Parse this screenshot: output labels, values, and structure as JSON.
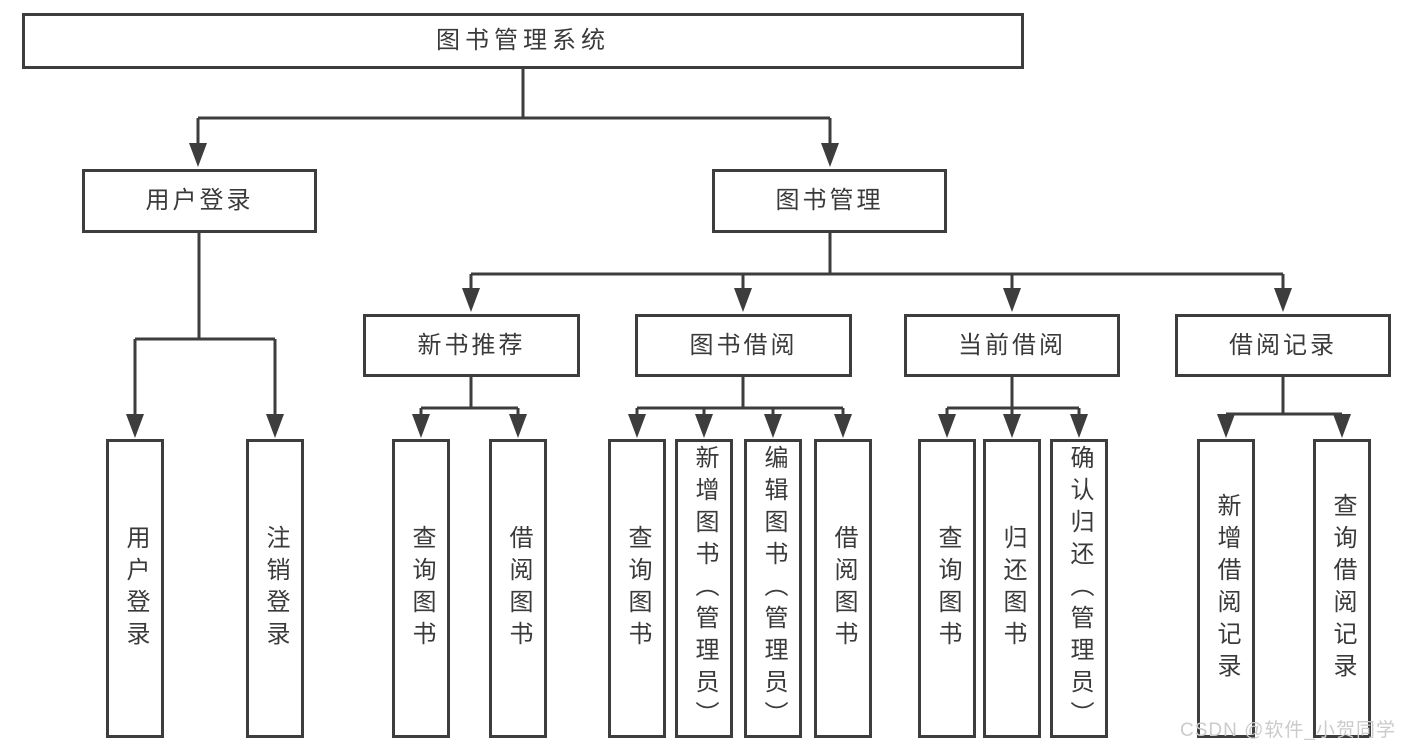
{
  "colors": {
    "line": "#3d3d3d",
    "box_border": "#3d3d3d",
    "text": "#3a3a3a",
    "background": "#ffffff",
    "watermark": "#cbcbcb"
  },
  "nodes": {
    "root": "图书管理系统",
    "level2": {
      "user_login": "用户登录",
      "book_management": "图书管理"
    },
    "level3": {
      "new_book_recommend": "新书推荐",
      "book_borrow": "图书借阅",
      "current_borrow": "当前借阅",
      "borrow_records": "借阅记录"
    },
    "level4": {
      "user_login": [
        "用户登录",
        "注销登录"
      ],
      "new_book_recommend": [
        "查询图书",
        "借阅图书"
      ],
      "book_borrow": [
        "查询图书",
        "新增图书（管理员）",
        "编辑图书（管理员）",
        "借阅图书"
      ],
      "current_borrow": [
        "查询图书",
        "归还图书",
        "确认归还（管理员）"
      ],
      "borrow_records": [
        "新增借阅记录",
        "查询借阅记录"
      ]
    }
  },
  "watermark": {
    "text": "CSDN @软件_小贺同学"
  }
}
